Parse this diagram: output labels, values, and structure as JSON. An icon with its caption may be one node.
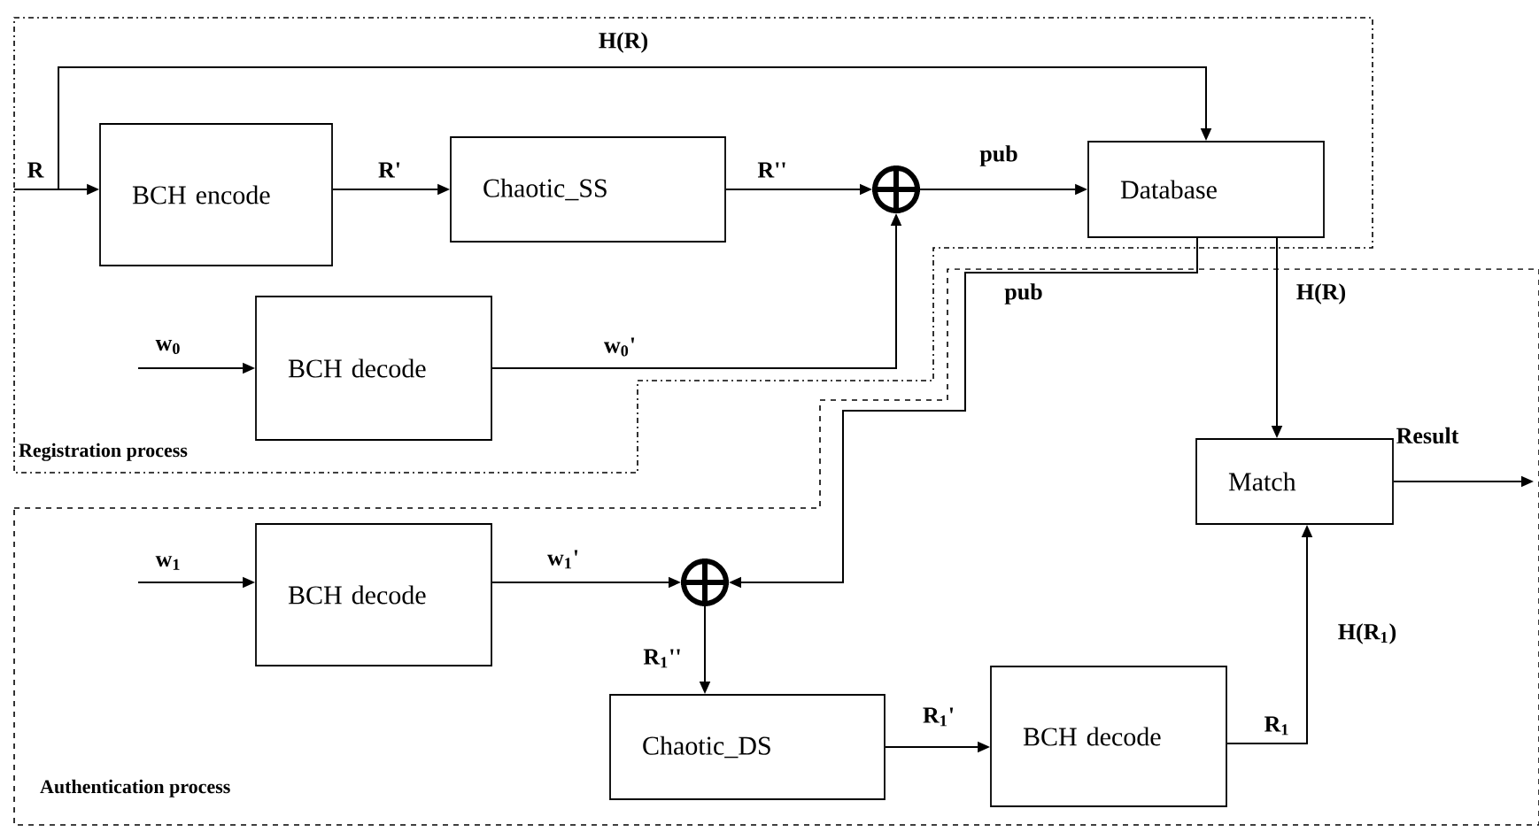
{
  "diagram": {
    "nodes": [
      {
        "text": [
          "Registration process"
        ]
      },
      {
        "text": [
          "Authentication process"
        ]
      },
      {
        "text": [
          "BCH encode"
        ],
        "in": 0
      },
      {
        "text": [
          "Chaotic_SS"
        ],
        "in": 0
      },
      {
        "text": [],
        "shape": "circle",
        "in": 0
      },
      {
        "text": [
          "Database"
        ],
        "in": 0
      },
      {
        "text": [
          "BCH decode"
        ],
        "in": 0
      },
      {
        "text": [
          "BCH decode"
        ],
        "in": 1
      },
      {
        "text": [],
        "shape": "circle",
        "in": 1
      },
      {
        "text": [
          "Chaotic_DS"
        ],
        "in": 1
      },
      {
        "text": [
          "BCH decode"
        ],
        "in": 1
      },
      {
        "text": [
          "Match"
        ],
        "in": 1
      }
    ],
    "edges": [
      {
        "from": null,
        "to": 2,
        "arrow": "to",
        "label": "R"
      },
      {
        "from": null,
        "to": 5,
        "arrow": "to",
        "label": "H(R)"
      },
      {
        "from": 2,
        "to": 3,
        "arrow": "to",
        "label": "R'"
      },
      {
        "from": 3,
        "to": 4,
        "arrow": "to",
        "label": "R''"
      },
      {
        "from": null,
        "to": 6,
        "arrow": "to",
        "label": "w$_{0}$"
      },
      {
        "from": 6,
        "to": 4,
        "arrow": "to",
        "label": "w$_{0}$'"
      },
      {
        "from": 4,
        "to": 5,
        "arrow": "to",
        "label": "pub"
      },
      {
        "from": 5,
        "to": 8,
        "arrow": "to",
        "label": "pub"
      },
      {
        "from": 5,
        "to": 11,
        "arrow": "to",
        "label": "H(R)"
      },
      {
        "from": null,
        "to": 7,
        "arrow": "to",
        "label": "w$_{1}$"
      },
      {
        "from": 7,
        "to": 8,
        "arrow": "to",
        "label": "w$_{1}$'"
      },
      {
        "from": 8,
        "to": 9,
        "arrow": "to",
        "label": "R$_{1}$''"
      },
      {
        "from": 9,
        "to": 10,
        "arrow": "to",
        "label": "R$_{1}$'"
      },
      {
        "from": 10,
        "to": 11,
        "arrow": "to",
        "label": "H(R$_{1}$)"
      },
      {
        "from": 11,
        "to": null,
        "arrow": "to",
        "label": "Result"
      }
    ],
    "labels": [
      "R$_{1}$"
    ]
  }
}
